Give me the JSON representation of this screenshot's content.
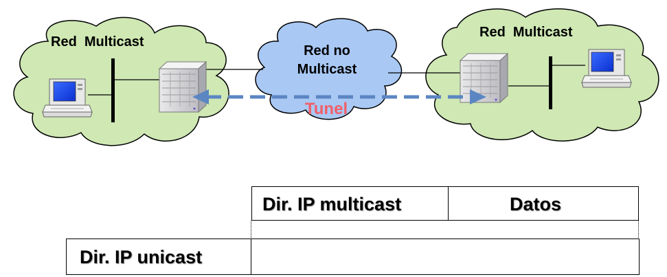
{
  "diagram": {
    "left_network": {
      "label": "Red  Multicast",
      "cloud_color": "#cfe8b4"
    },
    "right_network": {
      "label": "Red  Multicast",
      "cloud_color": "#cfe8b4"
    },
    "middle_network": {
      "label_line1": "Red no",
      "label_line2": "Multicast",
      "cloud_color": "#a9c8f4"
    },
    "tunnel": {
      "label": "Tunel",
      "label_color": "#f0606a",
      "arrow_color": "#5b86c2"
    }
  },
  "packet": {
    "inner_header": "Dir. IP multicast",
    "payload": "Datos",
    "outer_header": "Dir. IP unicast"
  }
}
